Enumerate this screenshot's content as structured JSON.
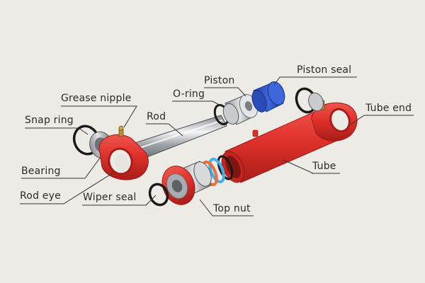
{
  "labels": {
    "grease_nipple": "Grease nipple",
    "snap_ring": "Snap ring",
    "rod": "Rod",
    "o_ring": "O-ring",
    "piston": "Piston",
    "piston_seal": "Piston seal",
    "tube_end": "Tube end",
    "bearing": "Bearing",
    "tube": "Tube",
    "rod_eye": "Rod eye",
    "wiper_seal": "Wiper seal",
    "top_nut": "Top nut"
  },
  "colors": {
    "background": "#edebe6",
    "red": "#e0322c",
    "blue": "#2f55c8",
    "orange": "#f26a3a",
    "steel": "#b9bcc0",
    "black": "#1a1a1a",
    "leader": "#333333"
  }
}
